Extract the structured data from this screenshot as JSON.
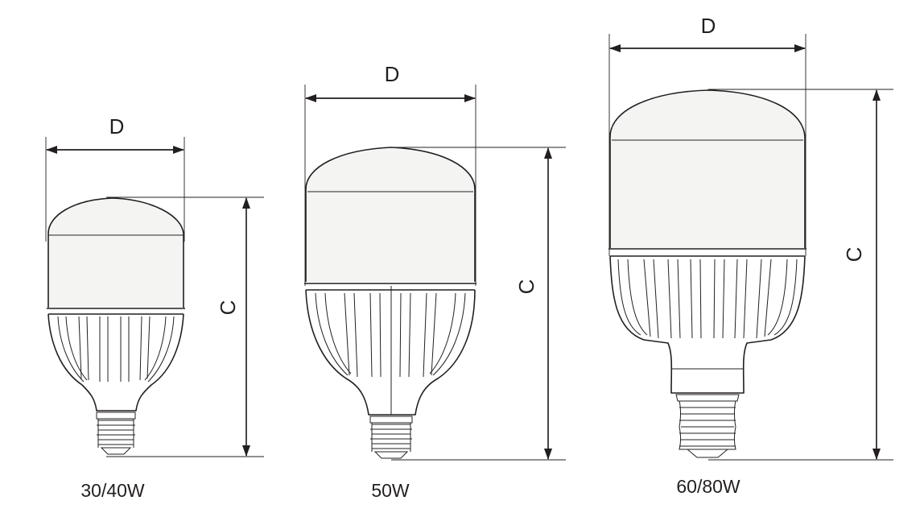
{
  "colors": {
    "line": "#231f20",
    "diffuser": "#f4f4f3",
    "background": "#ffffff"
  },
  "bulbs": [
    {
      "id": "small",
      "caption": "30/40W",
      "width_label": "D",
      "height_label": "C"
    },
    {
      "id": "medium",
      "caption": "50W",
      "width_label": "D",
      "height_label": "C"
    },
    {
      "id": "large",
      "caption": "60/80W",
      "width_label": "D",
      "height_label": "C"
    }
  ]
}
